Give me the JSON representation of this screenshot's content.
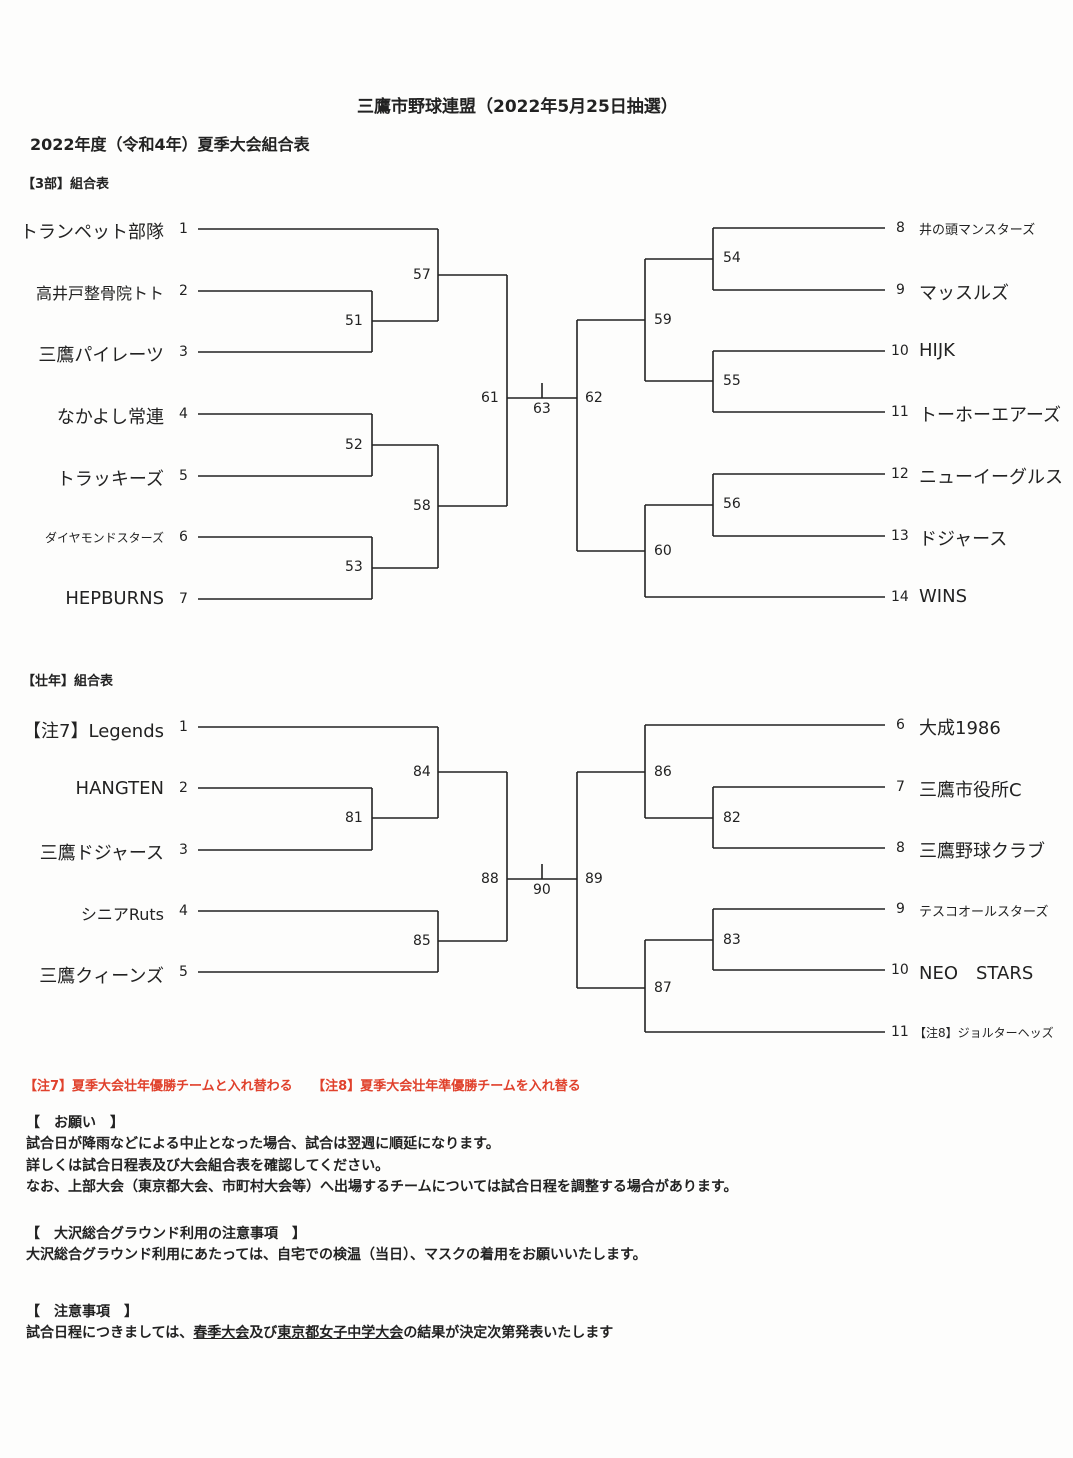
{
  "header": {
    "title": "三鷹市野球連盟（2022年5月25日抽選）",
    "subtitle": "2022年度（令和4年）夏季大会組合表"
  },
  "div3": {
    "label": "【3部】組合表",
    "left_teams": [
      {
        "seed": "1",
        "name": "トランペット部隊"
      },
      {
        "seed": "2",
        "name": "高井戸整骨院トト"
      },
      {
        "seed": "3",
        "name": "三鷹パイレーツ"
      },
      {
        "seed": "4",
        "name": "なかよし常連"
      },
      {
        "seed": "5",
        "name": "トラッキーズ"
      },
      {
        "seed": "6",
        "name": "ダイヤモンドスターズ"
      },
      {
        "seed": "7",
        "name": "HEPBURNS"
      }
    ],
    "right_teams": [
      {
        "seed": "8",
        "name": "井の頭マンスターズ"
      },
      {
        "seed": "9",
        "name": "マッスルズ"
      },
      {
        "seed": "10",
        "name": "HIJK"
      },
      {
        "seed": "11",
        "name": "トーホーエアーズ"
      },
      {
        "seed": "12",
        "name": "ニューイーグルス"
      },
      {
        "seed": "13",
        "name": "ドジャース"
      },
      {
        "seed": "14",
        "name": "WINS"
      }
    ],
    "matches": [
      "51",
      "52",
      "53",
      "57",
      "58",
      "61",
      "63",
      "54",
      "55",
      "56",
      "59",
      "60",
      "62"
    ]
  },
  "senior": {
    "label": "【壮年】組合表",
    "left_teams": [
      {
        "seed": "1",
        "name": "【注7】Legends"
      },
      {
        "seed": "2",
        "name": "HANGTEN"
      },
      {
        "seed": "3",
        "name": "三鷹ドジャース"
      },
      {
        "seed": "4",
        "name": "シニアRuts"
      },
      {
        "seed": "5",
        "name": "三鷹クィーンズ"
      }
    ],
    "right_teams": [
      {
        "seed": "6",
        "name": "大成1986"
      },
      {
        "seed": "7",
        "name": "三鷹市役所C"
      },
      {
        "seed": "8",
        "name": "三鷹野球クラブ"
      },
      {
        "seed": "9",
        "name": "テスコオールスターズ"
      },
      {
        "seed": "10",
        "name": "NEO　STARS"
      },
      {
        "seed": "11",
        "name": "【注8】ジョルターヘッズ"
      }
    ],
    "matches": [
      "81",
      "84",
      "85",
      "88",
      "90",
      "82",
      "83",
      "86",
      "87",
      "89"
    ]
  },
  "notes": {
    "red": "【注7】夏季大会壮年優勝チームと入れ替わる　　【注8】夏季大会壮年準優勝チームを入れ替る",
    "request_heading": "【　お願い　】",
    "request_lines": [
      "試合日が降雨などによる中止となった場合、試合は翌週に順延になります。",
      "詳しくは試合日程表及び大会組合表を確認してください。",
      "なお、上部大会（東京都大会、市町村大会等）へ出場するチームについては試合日程を調整する場合があります。"
    ],
    "ground_heading": "【　大沢総合グラウンド利用の注意事項　】",
    "ground_line": "大沢総合グラウンド利用にあたっては、自宅での検温（当日）、マスクの着用をお願いいたします。",
    "caution_heading": "【　注意事項　】",
    "caution_line": {
      "a": "試合日程につきましては、",
      "b": "春季大会",
      "c": "及び",
      "d": "東京都女子中学大会",
      "e": "の結果が決定次第発表いたします"
    }
  }
}
